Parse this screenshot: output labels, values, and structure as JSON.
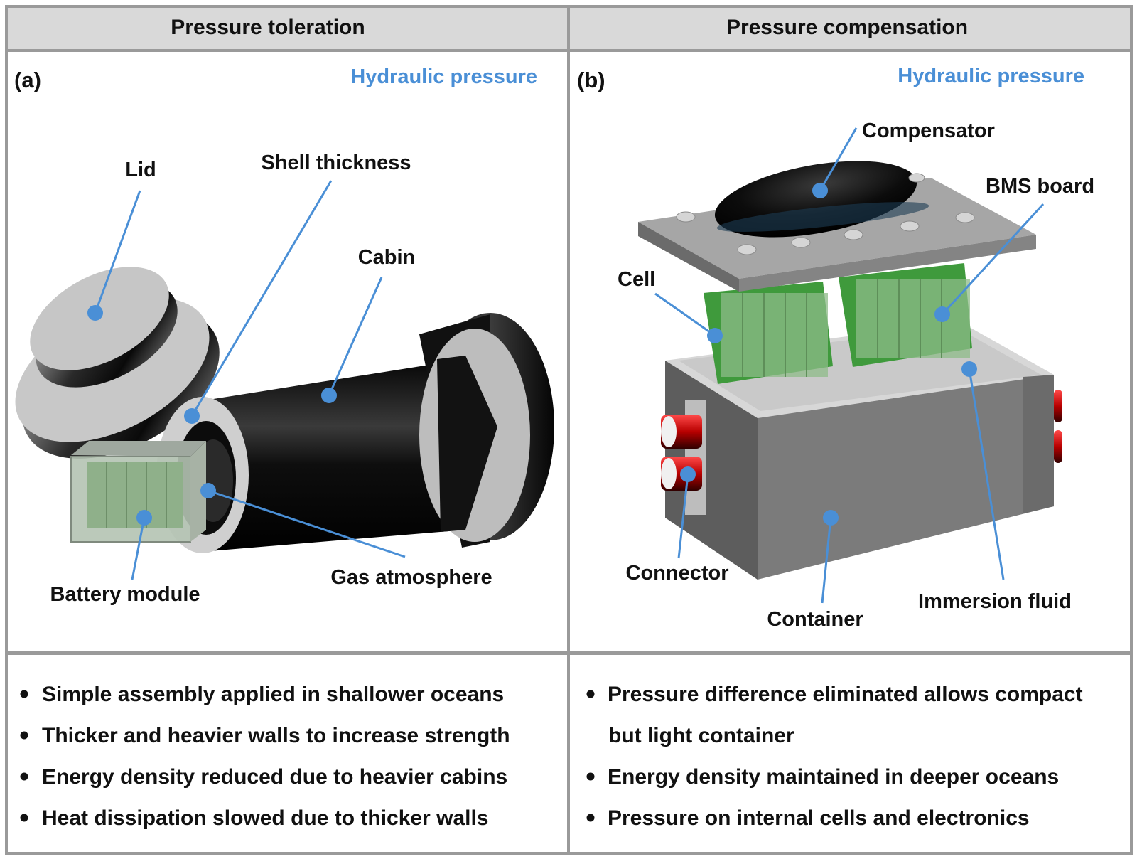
{
  "headers": {
    "left": "Pressure toleration",
    "right": "Pressure compensation"
  },
  "panel_a": {
    "tag": "(a)",
    "hydraulic": "Hydraulic pressure",
    "labels": {
      "lid": "Lid",
      "shell": "Shell thickness",
      "cabin": "Cabin",
      "gas": "Gas atmosphere",
      "battery": "Battery module"
    }
  },
  "panel_b": {
    "tag": "(b)",
    "hydraulic": "Hydraulic pressure",
    "labels": {
      "compensator": "Compensator",
      "bms": "BMS board",
      "cell": "Cell",
      "connector": "Connector",
      "container": "Container",
      "fluid": "Immersion fluid"
    }
  },
  "bullets_left": [
    "Simple assembly applied in shallower oceans",
    "Thicker and heavier walls to increase strength",
    "Energy density reduced due to heavier cabins",
    "Heat dissipation slowed due to thicker walls"
  ],
  "bullets_right": [
    "Pressure difference eliminated allows compact",
    "but light container",
    "Energy density maintained in deeper oceans",
    "Pressure on internal cells and electronics"
  ],
  "colors": {
    "accent": "#4a8fd6",
    "header_bg": "#d9d9d9",
    "border": "#9a9a9a"
  }
}
